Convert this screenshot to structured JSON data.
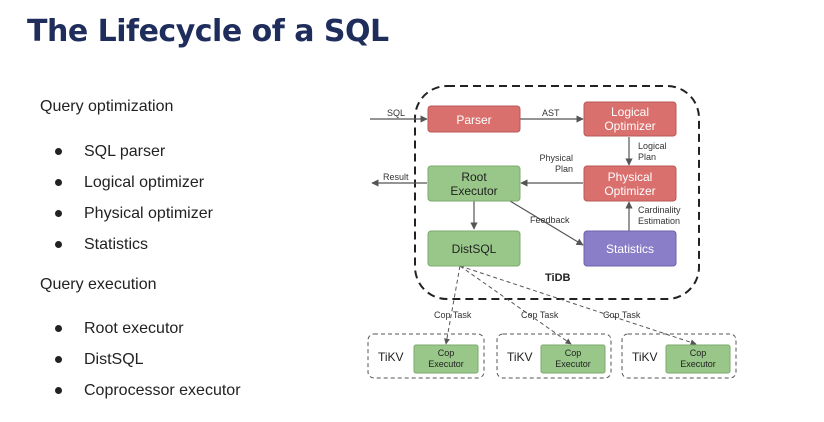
{
  "slide": {
    "title": "The Lifecycle of a SQL",
    "sections": [
      {
        "heading": "Query optimization",
        "items": [
          "SQL parser",
          "Logical optimizer",
          "Physical optimizer",
          "Statistics"
        ]
      },
      {
        "heading": "Query execution",
        "items": [
          "Root executor",
          "DistSQL",
          "Coprocessor executor"
        ]
      }
    ]
  },
  "diagram": {
    "colors": {
      "red": "#d9706d",
      "green": "#98c789",
      "purple": "#8b7ec8",
      "edge_line": "#555555",
      "dashed_border": "#222222"
    },
    "container_label": "TiDB",
    "nodes": {
      "parser": "Parser",
      "logical_optimizer": [
        "Logical",
        "Optimizer"
      ],
      "physical_optimizer": [
        "Physical",
        "Optimizer"
      ],
      "root_executor": [
        "Root",
        "Executor"
      ],
      "distsql": "DistSQL",
      "statistics": "Statistics"
    },
    "edges": {
      "sql": "SQL",
      "ast": "AST",
      "logical_plan": [
        "Logical",
        "Plan"
      ],
      "physical_plan": [
        "Physical",
        "Plan"
      ],
      "result": "Result",
      "feedback": "Feedback",
      "cardinality_estimation": [
        "Cardinality",
        "Estimation"
      ],
      "cop_task": "Cop Task"
    },
    "tikv_label": "TiKV",
    "cop_executor": [
      "Cop",
      "Executor"
    ]
  }
}
